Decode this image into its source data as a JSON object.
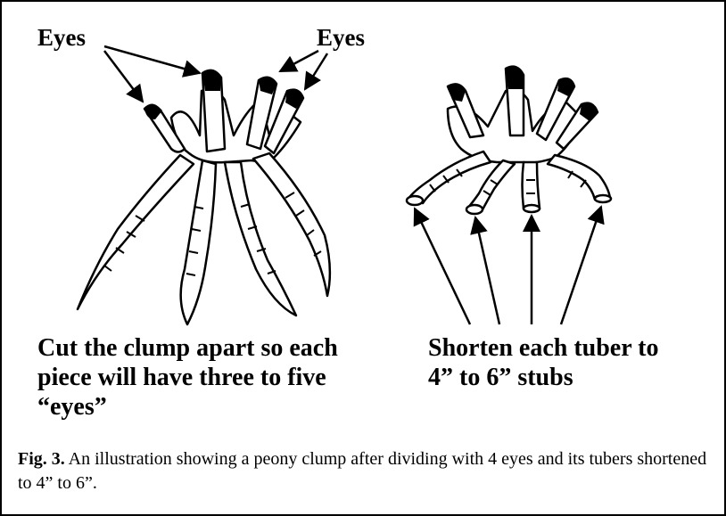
{
  "labels": {
    "eyes_left": "Eyes",
    "eyes_right": "Eyes"
  },
  "captions": {
    "left": "Cut the clump apart so each\npiece will have three to five\n“eyes”",
    "right": "Shorten each tuber to\n4” to 6” stubs"
  },
  "figure": {
    "label": "Fig. 3.",
    "text": " An illustration showing a peony clump after dividing with 4 eyes and its tubers shortened to 4” to 6”."
  }
}
